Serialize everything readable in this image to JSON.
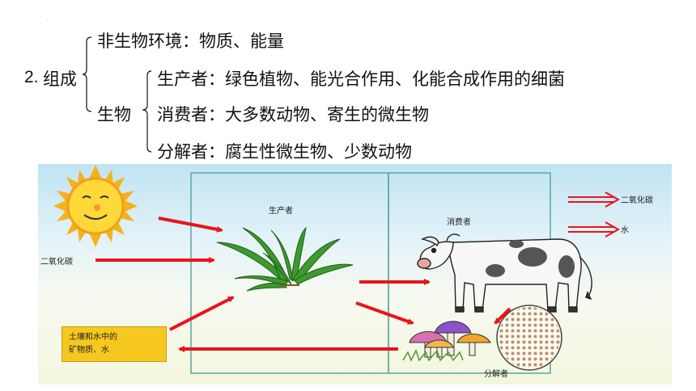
{
  "composition": {
    "number": "2.",
    "label": "组成",
    "abiotic": "非生物环境：物质、能量",
    "biotic": "生物",
    "producer": "生产者：绿色植物、能光合作用、化能合成作用的细菌",
    "consumer": "消费者：大多数动物、寄生的微生物",
    "decomposer": "分解者：腐生性微生物、少数动物"
  },
  "diagram": {
    "producer_label": "生产者",
    "consumer_label": "消费者",
    "decomposer_label": "分解者",
    "co2_left": "二氧化碳",
    "co2_out": "二氧化碳",
    "water_out": "水",
    "soil_line1": "土壤和水中的",
    "soil_line2": "矿物质、水"
  },
  "colors": {
    "arrow": "#e8141c",
    "panel_border": "#5aa7a0",
    "soil_box": "#f6c81f",
    "sky_top": "#bfe3f3"
  }
}
